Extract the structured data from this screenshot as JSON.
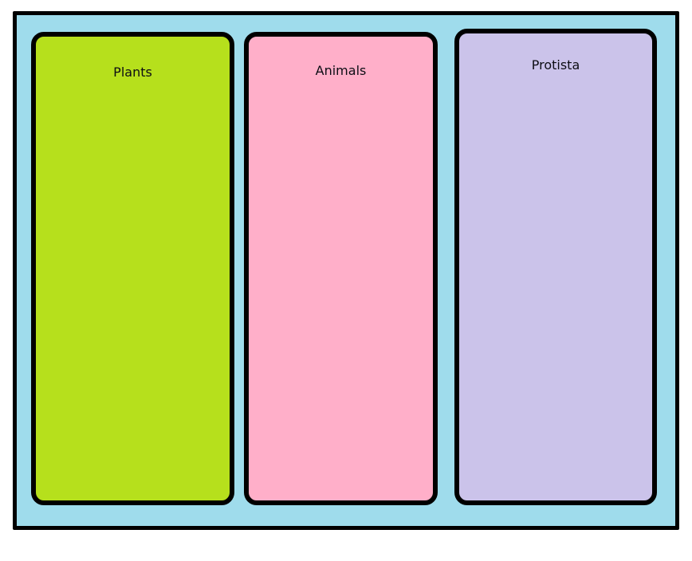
{
  "diagram": {
    "type": "three-column-category-board",
    "board": {
      "background_color": "#9fdcec",
      "border_color": "#000000"
    },
    "columns": [
      {
        "id": "plants",
        "label": "Plants",
        "fill_color": "#b6e01c",
        "border_color": "#000000",
        "items": []
      },
      {
        "id": "animals",
        "label": "Animals",
        "fill_color": "#ffafc9",
        "border_color": "#000000",
        "items": []
      },
      {
        "id": "protista",
        "label": "Protista",
        "fill_color": "#cbc3ea",
        "border_color": "#000000",
        "items": []
      }
    ]
  }
}
